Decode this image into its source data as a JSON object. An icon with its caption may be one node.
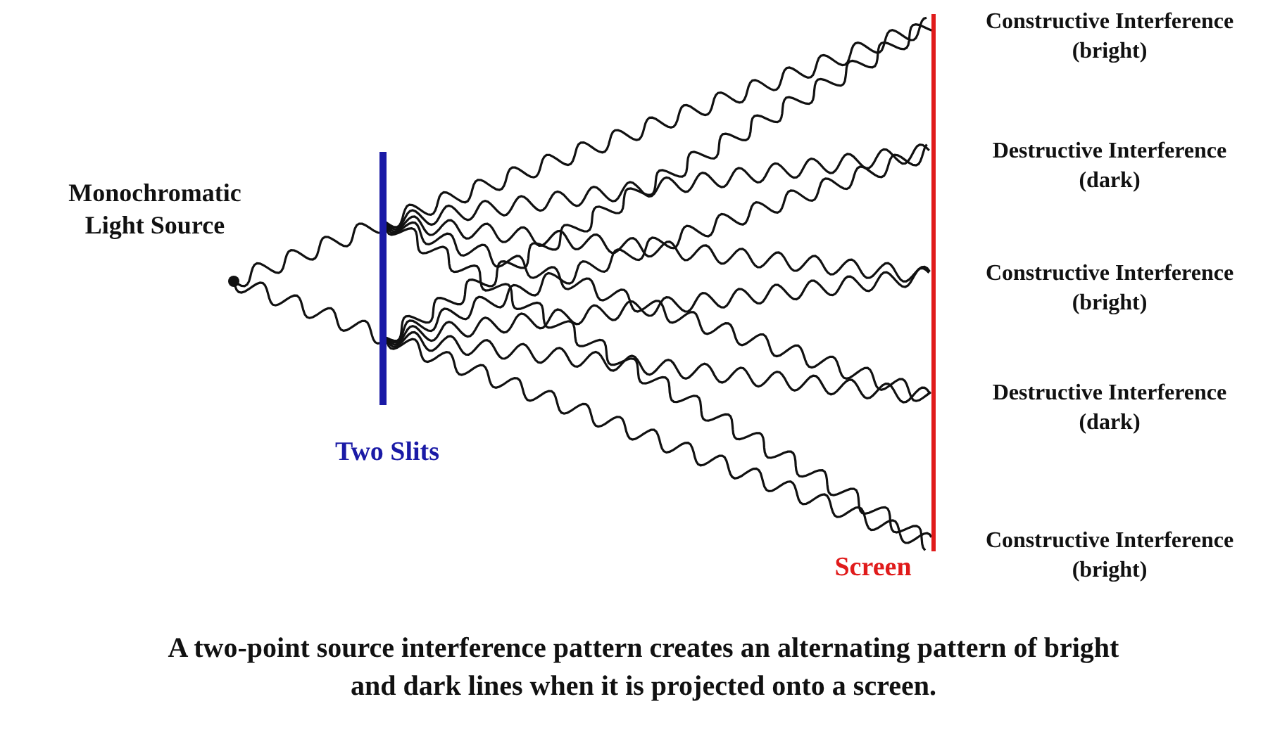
{
  "diagram": {
    "caption": "A two-point source interference pattern creates an alternating pattern of bright and dark lines when it is projected onto a screen.",
    "labels": [
      "Monochromatic Light Source",
      "Two Slits",
      "Screen",
      "Constructive Interference (bright)",
      "Destructive Interference (dark)",
      "Constructive Interference (bright)",
      "Destructive Interference (dark)",
      "Constructive Interference (bright)"
    ]
  }
}
